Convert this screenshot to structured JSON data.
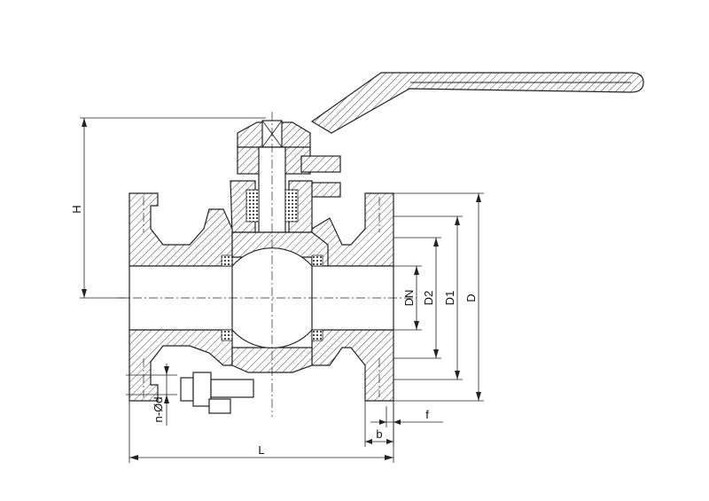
{
  "labels": {
    "height": "H",
    "length": "L",
    "nominal_diameter": "DN",
    "d2": "D2",
    "d1": "D1",
    "d": "D",
    "bolt_holes": "n-Ød",
    "flange_thickness": "b",
    "raised_face": "f"
  }
}
